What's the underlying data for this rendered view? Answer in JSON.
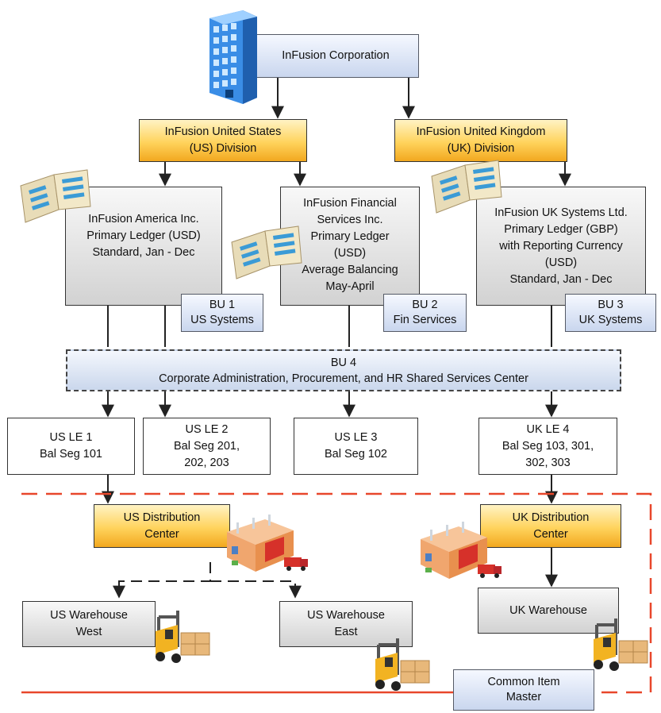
{
  "corp": {
    "name": "InFusion Corporation"
  },
  "divisions": {
    "us": [
      "InFusion United States",
      "(US) Division"
    ],
    "uk": [
      "InFusion United Kingdom",
      "(UK)  Division"
    ]
  },
  "ledgers": {
    "america": [
      "InFusion America Inc.",
      "Primary Ledger (USD)",
      "Standard, Jan - Dec"
    ],
    "financial": [
      "InFusion Financial",
      "Services Inc.",
      "Primary Ledger",
      "(USD)",
      "Average Balancing",
      "May-April"
    ],
    "uk": [
      "InFusion UK Systems Ltd.",
      "Primary Ledger (GBP)",
      "with Reporting Currency",
      "(USD)",
      "Standard, Jan - Dec"
    ]
  },
  "business_units": {
    "bu1": [
      "BU 1",
      "US Systems"
    ],
    "bu2": [
      "BU 2",
      "Fin Services"
    ],
    "bu3": [
      "BU 3",
      "UK Systems"
    ],
    "bu4": [
      "BU 4",
      "Corporate Administration, Procurement, and HR Shared Services Center"
    ]
  },
  "legal_entities": {
    "le1": [
      "US LE 1",
      "Bal Seg 101"
    ],
    "le2": [
      "US LE 2",
      "Bal Seg 201,",
      "202, 203"
    ],
    "le3": [
      "US LE 3",
      "Bal Seg 102"
    ],
    "le4": [
      "UK LE 4",
      "Bal Seg 103, 301,",
      "302, 303"
    ]
  },
  "distribution": {
    "us": [
      "US Distribution",
      "Center"
    ],
    "uk": [
      "UK Distribution",
      "Center"
    ]
  },
  "warehouses": {
    "us_west": [
      "US Warehouse",
      "West"
    ],
    "us_east": [
      "US Warehouse",
      "East"
    ],
    "uk": [
      "UK Warehouse"
    ]
  },
  "item_master": [
    "Common Item",
    "Master"
  ],
  "colors": {
    "division_fill": "#ffd35c",
    "bu_fill": "#c9d6ee",
    "ledger_fill": "#d2d2d2",
    "item_master_boundary": "#e8472b",
    "building": "#2f7fd6"
  },
  "icons": {
    "corporation": "office-building-icon",
    "ledger": "ledger-book-icon",
    "distribution": "distribution-center-icon",
    "warehouse": "forklift-icon"
  }
}
